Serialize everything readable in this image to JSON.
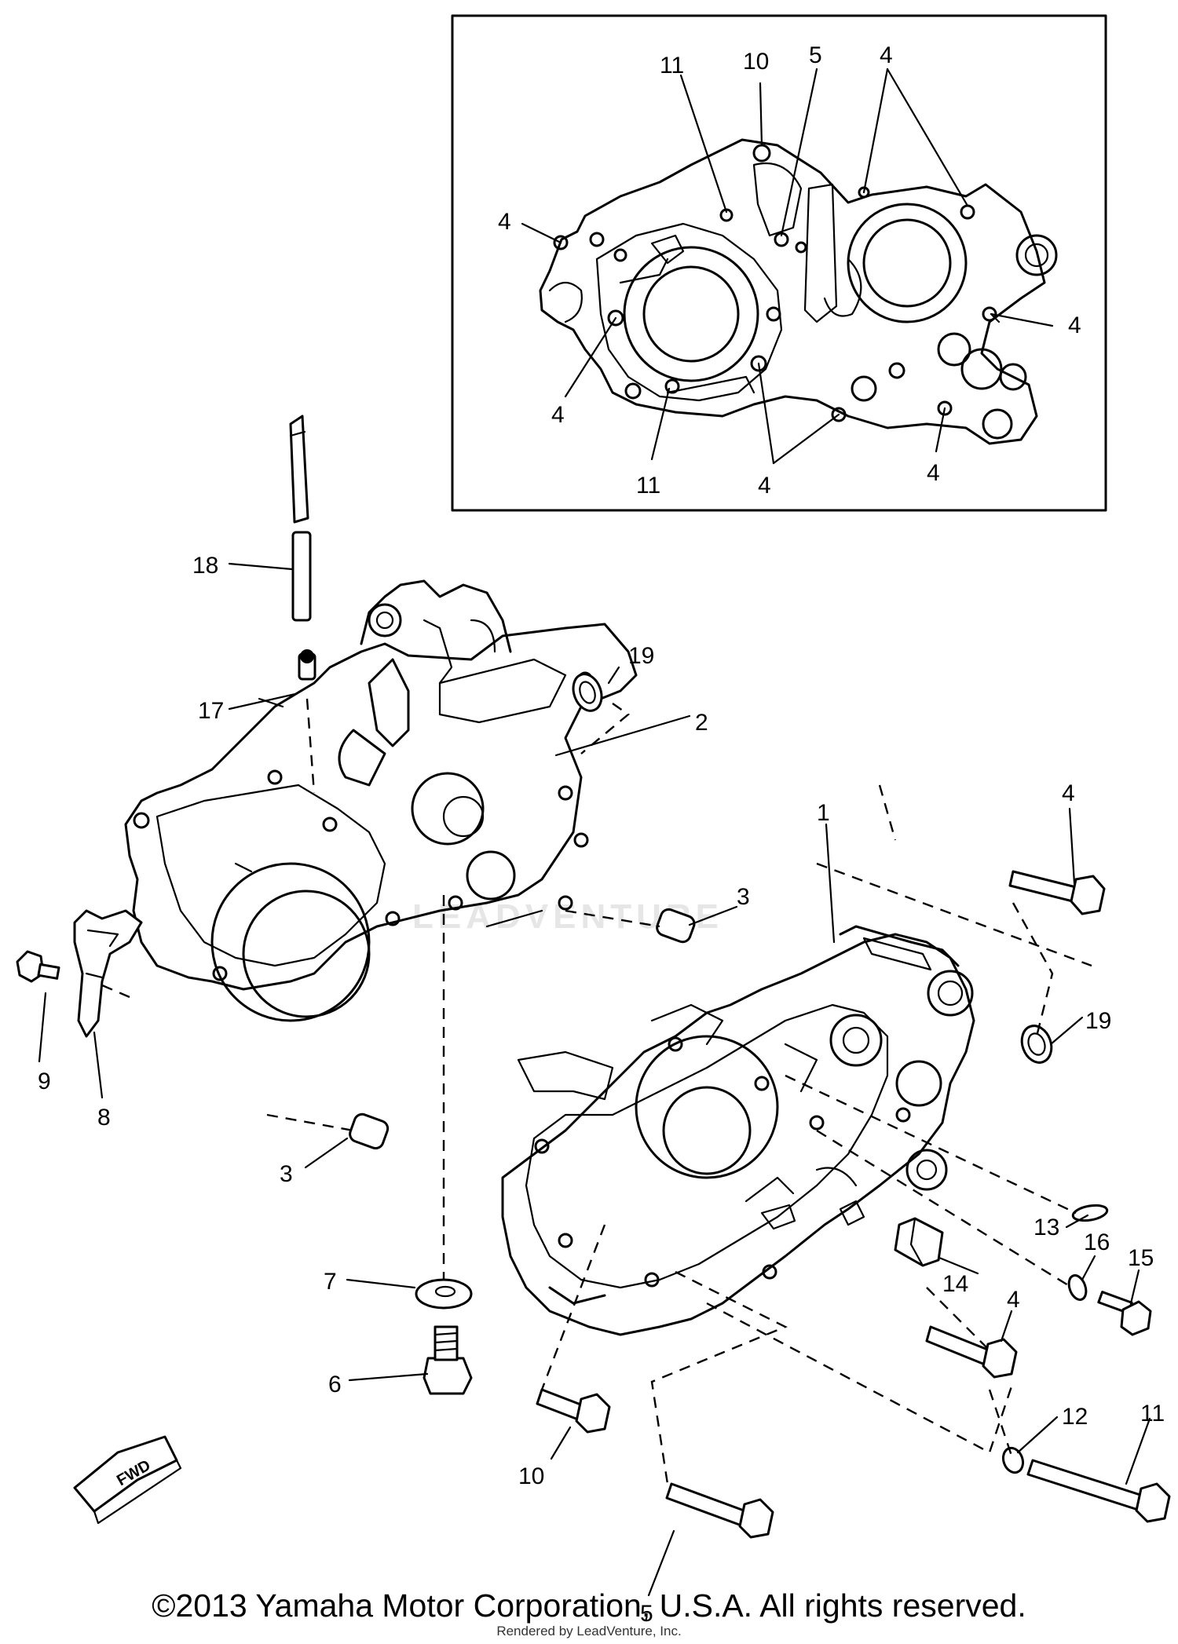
{
  "inset": {
    "callouts": [
      "11",
      "10",
      "5",
      "4",
      "4",
      "4",
      "4",
      "11",
      "4",
      "4"
    ]
  },
  "main": {
    "callouts": [
      "18",
      "17",
      "19",
      "2",
      "1",
      "4",
      "3",
      "9",
      "8",
      "3",
      "19",
      "7",
      "6",
      "13",
      "16",
      "15",
      "14",
      "4",
      "10",
      "5",
      "12",
      "11"
    ]
  },
  "fwd_label": "FWD",
  "watermark": "LEADVENTURE",
  "footer": {
    "copyright": "©2013 Yamaha Motor Corporation, U.S.A. All rights reserved.",
    "rendered_by": "Rendered by LeadVenture, Inc."
  }
}
